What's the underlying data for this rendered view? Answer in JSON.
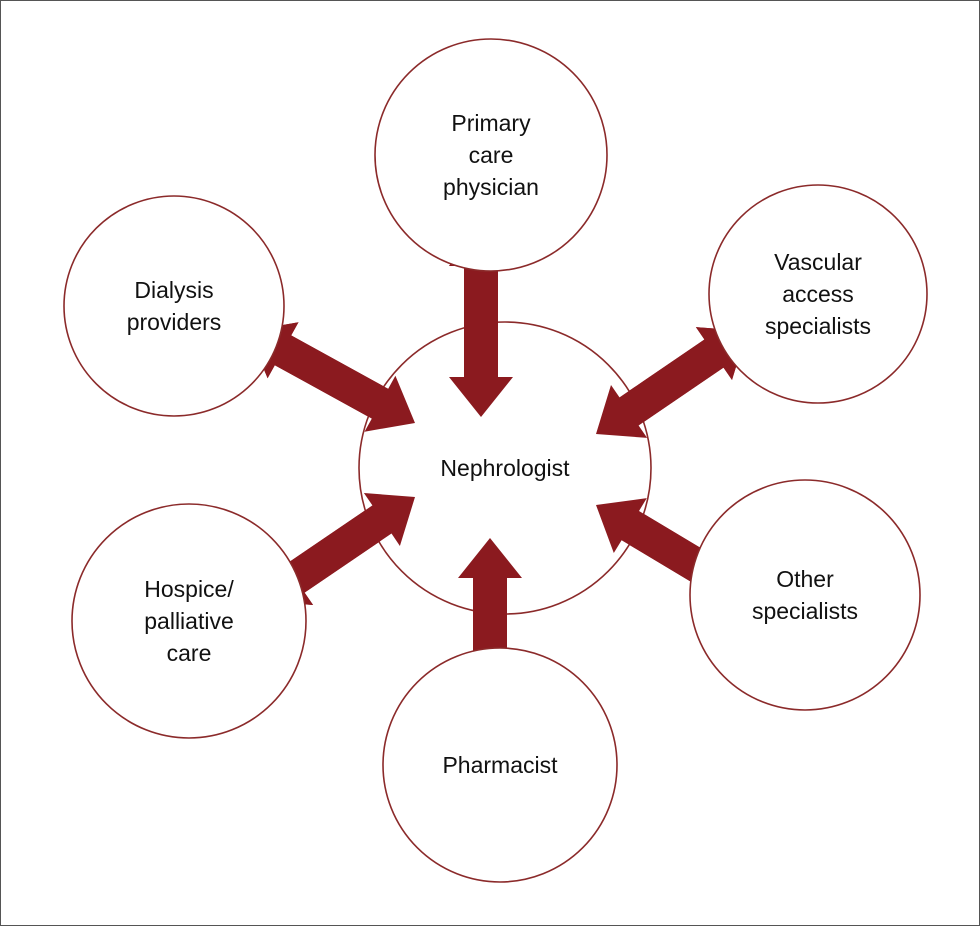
{
  "colors": {
    "arrow": "#8b1a1f",
    "circle_stroke": "#8b2a2a",
    "circle_fill": "#ffffff",
    "text": "#111111"
  },
  "center": {
    "id": "nephrologist",
    "lines": [
      "Nephrologist"
    ]
  },
  "nodes": [
    {
      "id": "primary-care-physician",
      "lines": [
        "Primary",
        "care",
        "physician"
      ]
    },
    {
      "id": "vascular-access-specialists",
      "lines": [
        "Vascular",
        "access",
        "specialists"
      ]
    },
    {
      "id": "other-specialists",
      "lines": [
        "Other",
        "specialists"
      ]
    },
    {
      "id": "pharmacist",
      "lines": [
        "Pharmacist"
      ]
    },
    {
      "id": "hospice-palliative-care",
      "lines": [
        "Hospice/",
        "palliative",
        "care"
      ]
    },
    {
      "id": "dialysis-providers",
      "lines": [
        "Dialysis",
        "providers"
      ]
    }
  ]
}
